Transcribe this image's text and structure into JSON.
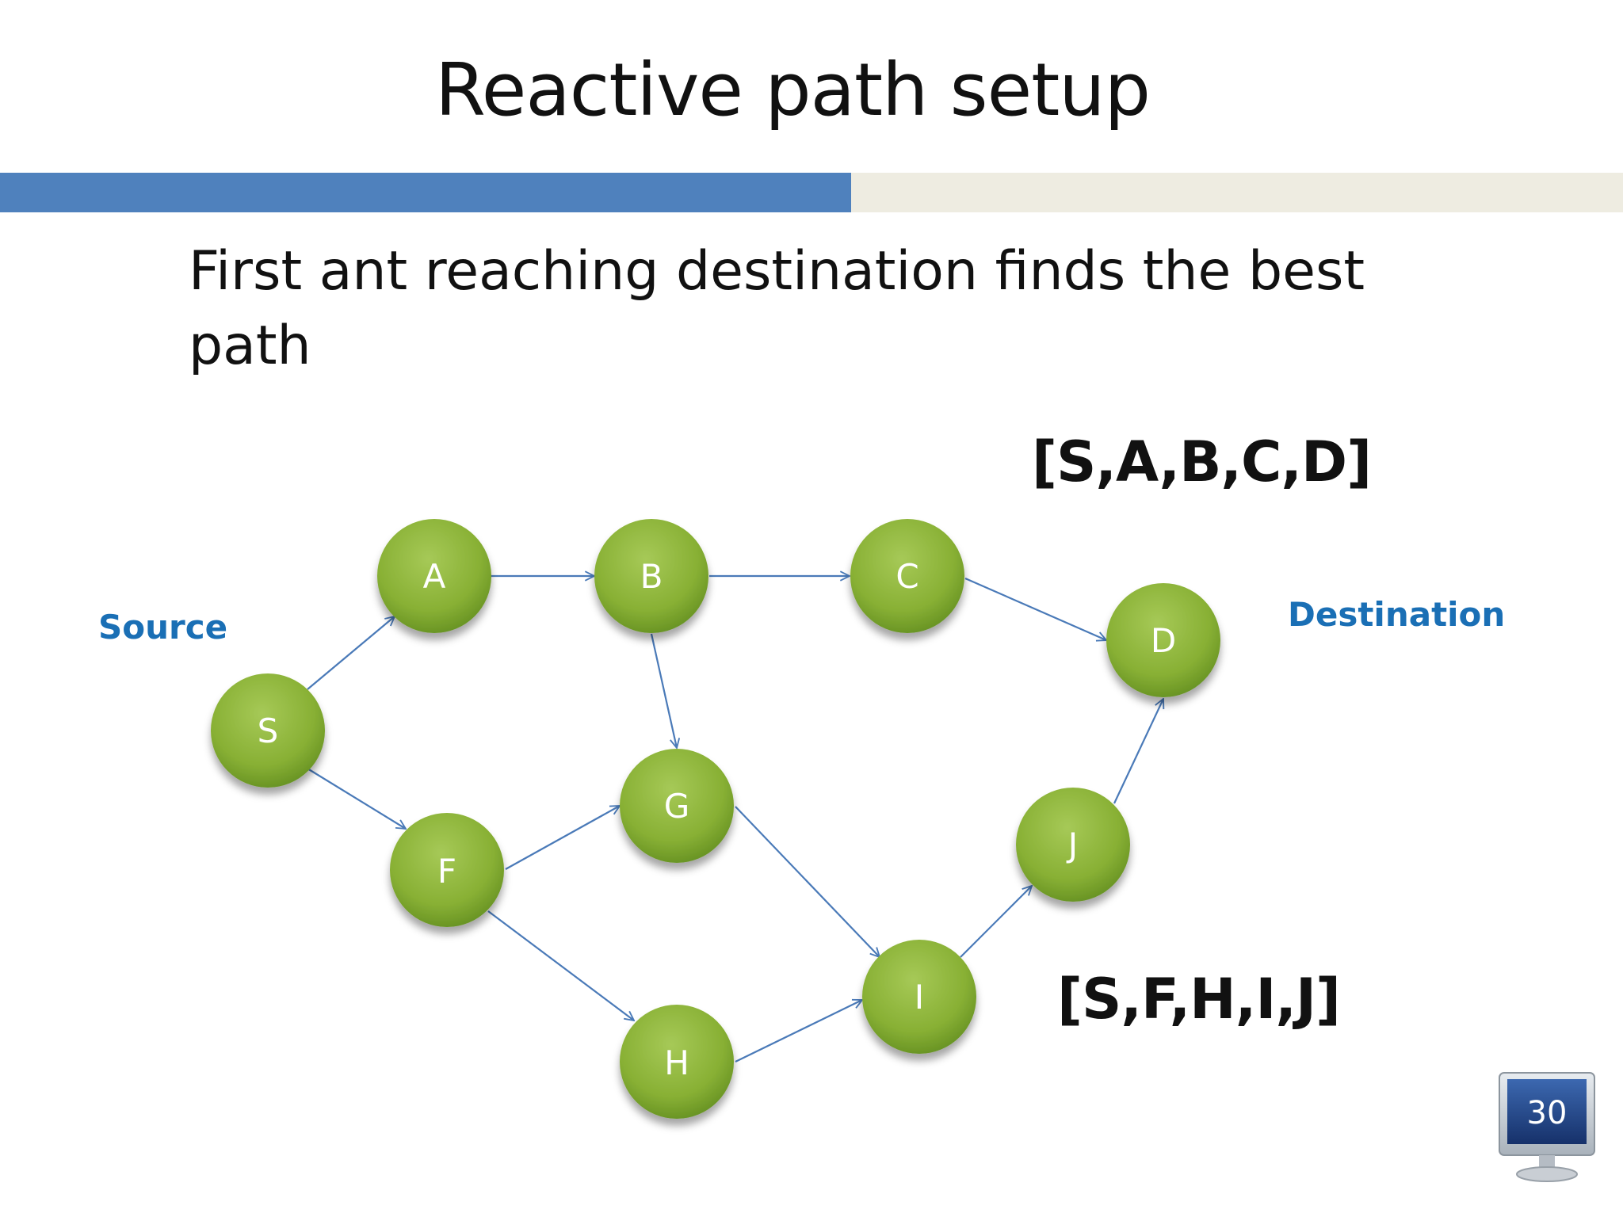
{
  "slide": {
    "title": "Reactive path setup",
    "body_line1": "First ant reaching destination finds the best",
    "body_line2": "path",
    "source_label": "Source",
    "destination_label": "Destination",
    "path_top": "[S,A,B,C,D]",
    "path_bottom": "[S,F,H,I,J]",
    "page_number": "30"
  },
  "diagram": {
    "nodes": [
      "S",
      "A",
      "B",
      "C",
      "D",
      "F",
      "G",
      "H",
      "I",
      "J"
    ],
    "edges": [
      [
        "S",
        "A"
      ],
      [
        "S",
        "F"
      ],
      [
        "A",
        "B"
      ],
      [
        "B",
        "C"
      ],
      [
        "C",
        "D"
      ],
      [
        "B",
        "G"
      ],
      [
        "F",
        "G"
      ],
      [
        "F",
        "H"
      ],
      [
        "G",
        "I"
      ],
      [
        "H",
        "I"
      ],
      [
        "I",
        "J"
      ],
      [
        "J",
        "D"
      ]
    ],
    "colors": {
      "node_fill": "#8db33a",
      "node_dark": "#5f8a1e",
      "edge": "#4a7ab8",
      "accent_bar": "#4f81bd"
    }
  }
}
